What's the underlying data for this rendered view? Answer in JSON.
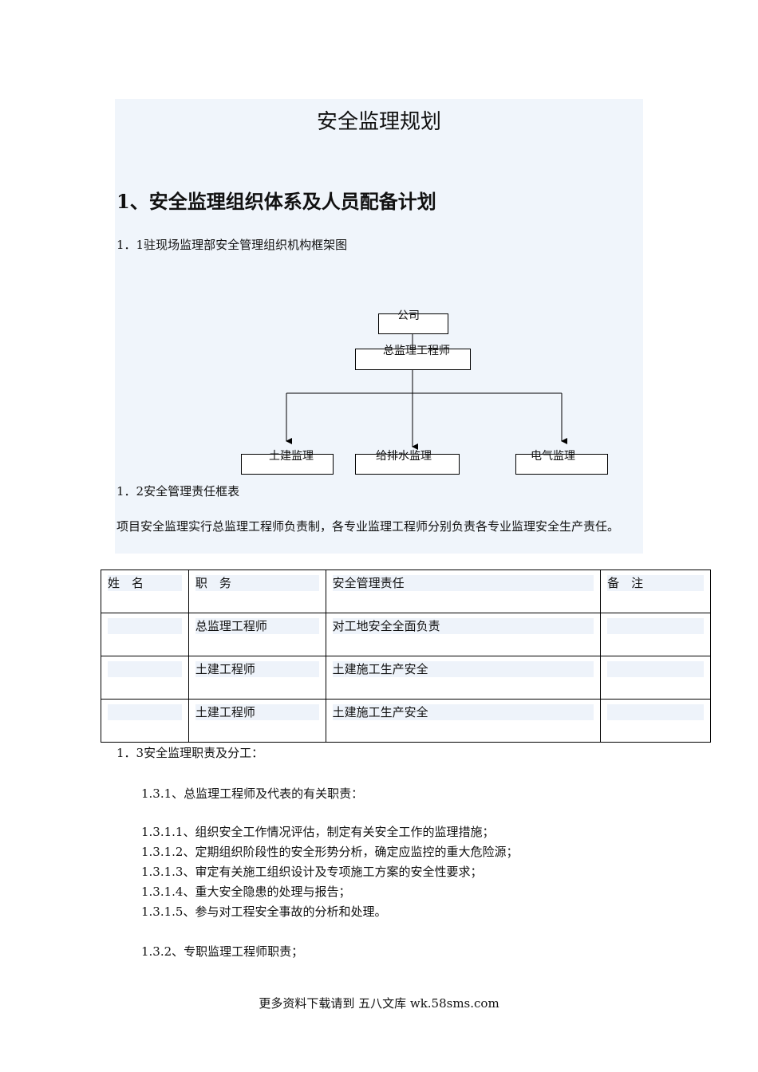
{
  "doc": {
    "title": "安全监理规划",
    "heading1": "1、安全监理组织体系及人员配备计划",
    "s1_1": "1．1驻现场监理部安全管理组织机构框架图",
    "org": {
      "company": "公司",
      "chief": "总监理工程师",
      "civil": "土建监理",
      "water": "给排水监理",
      "electric": "电气监理"
    },
    "s1_2": "1．2安全管理责任框表",
    "intro": "项目安全监理实行总监理工程师负责制，各专业监理工程师分别负责各专业监理安全生产责任。",
    "table": {
      "headers": [
        "姓　名",
        "职　务",
        "安全管理责任",
        "备　注"
      ],
      "rows": [
        [
          "",
          "总监理工程师",
          "对工地安全全面负责",
          ""
        ],
        [
          "",
          "土建工程师",
          "土建施工生产安全",
          ""
        ],
        [
          "",
          "土建工程师",
          "土建施工生产安全",
          ""
        ]
      ]
    },
    "s1_3": "1．3安全监理职责及分工：",
    "s1_3_1": "1.3.1、总监理工程师及代表的有关职责：",
    "items": [
      "1.3.1.1、组织安全工作情况评估，制定有关安全工作的监理措施；",
      "1.3.1.2、定期组织阶段性的安全形势分析，确定应监控的重大危险源；",
      "1.3.1.3、审定有关施工组织设计及专项施工方案的安全性要求；",
      "1.3.1.4、重大安全隐患的处理与报告；",
      "1.3.1.5、参与对工程安全事故的分析和处理。"
    ],
    "s1_3_2": "1.3.2、专职监理工程师职责；",
    "footer": "更多资料下载请到 五八文库 wk.58sms.com"
  }
}
